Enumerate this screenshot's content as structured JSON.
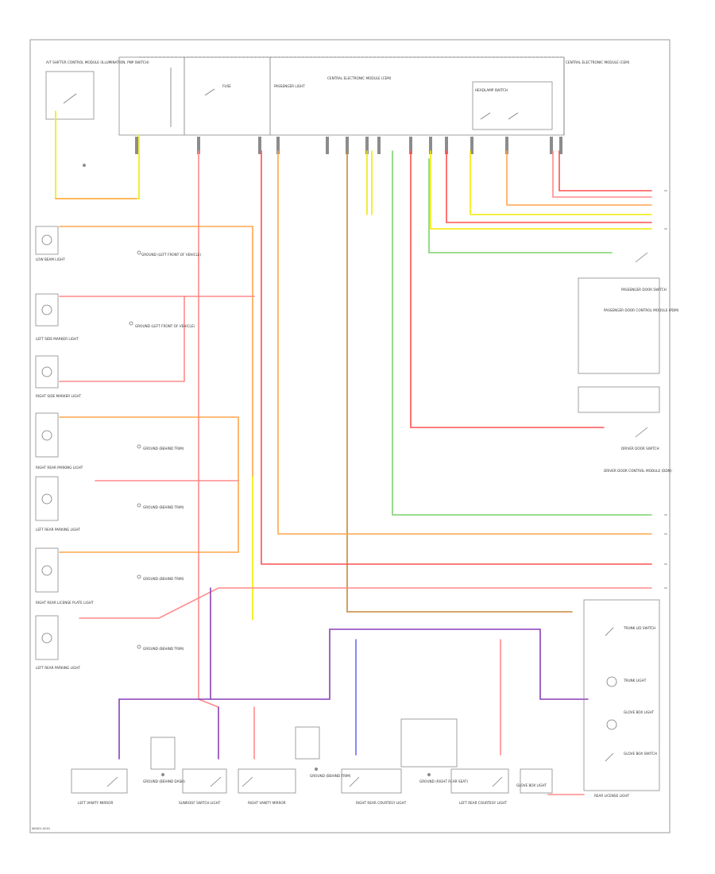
{
  "diagram_id": "W0001-0001",
  "top": {
    "left_module_label": "A/T SHIFTER CONTROL MODULE (ILLUMINATION, PNP SWITCH)",
    "right_module_label": "CENTRAL ELECTRONIC MODULE (CEM)",
    "bcm_label": "CENTRAL ELECTRONIC MODULE (CEM)",
    "passenger_label": "PASSENGER LIGHT",
    "fuse_label": "FUSE",
    "headlamp_relay_label": "HEADLAMP SWITCH"
  },
  "left_lamps": [
    {
      "label": "LOW BEAM LIGHT",
      "ground": "GROUND (LEFT FRONT OF VEHICLE)"
    },
    {
      "label": "LEFT SIDE MARKER LIGHT",
      "ground": "GROUND (LEFT FRONT OF VEHICLE)"
    },
    {
      "label": "RIGHT SIDE MARKER LIGHT",
      "ground": ""
    },
    {
      "label": "RIGHT REAR PARKING LIGHT",
      "ground": "GROUND (BEHIND TRIM)"
    },
    {
      "label": "LEFT REAR PARKING LIGHT",
      "ground": "GROUND (BEHIND TRIM)"
    },
    {
      "label": "RIGHT REAR LICENSE PLATE LIGHT",
      "ground": "GROUND (BEHIND TRIM)"
    },
    {
      "label": "LEFT REAR PARKING LIGHT",
      "ground": "GROUND (BEHIND TRIM)"
    }
  ],
  "right_components": {
    "passenger_door": "PASSENGER DOOR SWITCH",
    "passenger_module": "PASSENGER DOOR CONTROL MODULE (PDM)",
    "driver_door": "DRIVER DOOR SWITCH",
    "driver_module": "DRIVER DOOR CONTROL MODULE (DDM)",
    "trunk_switch": "TRUNK LID SWITCH",
    "trunk_light": "TRUNK LIGHT",
    "glove_light": "GLOVE BOX LIGHT",
    "glove_switch": "GLOVE BOX SWITCH",
    "rear_license": "REAR LICENSE LIGHT"
  },
  "bottom_components": [
    {
      "label": "LEFT VANITY MIRROR"
    },
    {
      "label": "GROUND (BEHIND DASH)"
    },
    {
      "label": "SUNROOF SWITCH LIGHT"
    },
    {
      "label": "RIGHT VANITY MIRROR"
    },
    {
      "label": "GROUND (BEHIND TRIM)"
    },
    {
      "label": "RIGHT REAR COURTESY LIGHT"
    },
    {
      "label": "LEFT REAR COURTESY LIGHT"
    },
    {
      "label": "GROUND (RIGHT REAR SEAT)"
    },
    {
      "label": "GLOVE BOX LIGHT"
    }
  ],
  "wire_colors": {
    "orange": "#ffa64d",
    "pink": "#ff8a8a",
    "red": "#ff5050",
    "yellow": "#f2ea00",
    "green": "#7ad46c",
    "purple": "#8a3fb8",
    "blue": "#6b6bff",
    "brown": "#c8863a",
    "salmon": "#ffb0a0"
  }
}
